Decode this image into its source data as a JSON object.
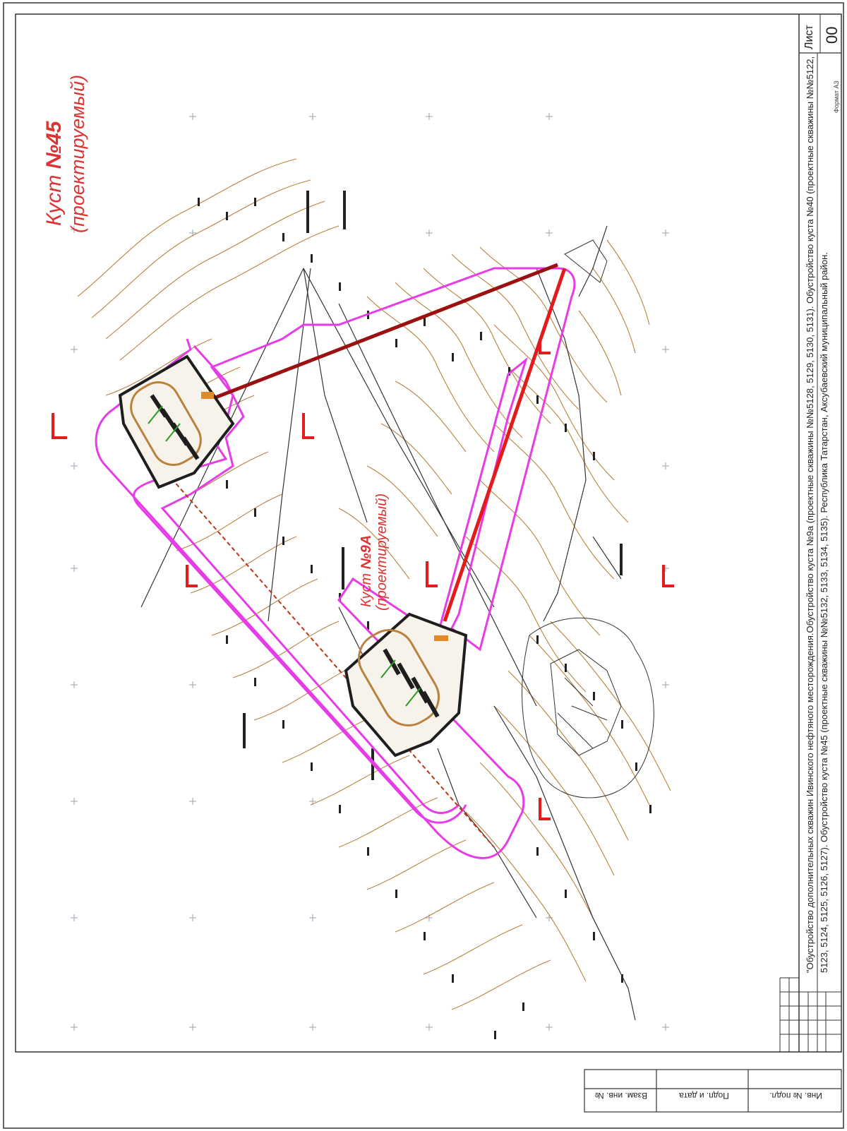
{
  "title_block": {
    "line1": "\"Обустройство дополнительных скважин Ивинского нефтяного месторождения.Обустройство куста №9а (проектные скважины №№5128, 5129, 5130, 5131). Обустройство куста №40 (проектные скважины №№5122,",
    "line2": "5123, 5124, 5125, 5126, 5127). Обустройство куста №45 (проектные скважины №№5132, 5133, 5134, 5135). Республика Татарстан, Аксубаевский муниципальный район.",
    "sheet_label": "Лист",
    "sheet_number": "00",
    "format_label": "Формат А3"
  },
  "stamp": {
    "cells": [
      "Взам. инв. №",
      "Подп. и дата",
      "Инв. № подл."
    ]
  },
  "map": {
    "cluster45": {
      "label": "Куст",
      "number": "№45",
      "status": "(проектируемый)"
    },
    "cluster9a": {
      "label": "Куст",
      "number": "№9А",
      "status": "(проектируемый)"
    },
    "colors": {
      "boundary": "#e83be8",
      "pipeline_main": "#e21c1c",
      "pipeline_dark": "#9b1010",
      "contours": "#b8823c",
      "pad_outline": "#1e1e1e",
      "label_red": "#d83a3a",
      "grid_cross": "#9aa3b0"
    }
  }
}
